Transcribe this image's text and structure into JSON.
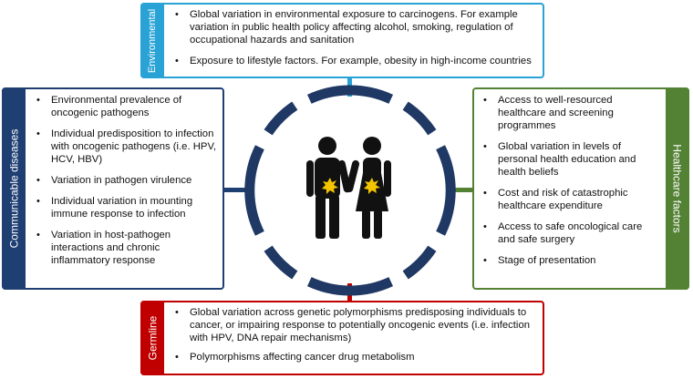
{
  "environmental": {
    "title": "Environmental",
    "color": "#29a3d6",
    "items": [
      "Global variation in environmental exposure to carcinogens. For example variation in public health policy affecting alcohol, smoking, regulation of occupational hazards and sanitation",
      "Exposure to lifestyle factors. For example, obesity in high-income countries"
    ]
  },
  "communicable": {
    "title": "Communicable diseases",
    "color": "#1f3f73",
    "items": [
      "Environmental prevalence of oncogenic pathogens",
      "Individual predisposition to infection with oncogenic pathogens (i.e. HPV, HCV, HBV)",
      "Variation in pathogen virulence",
      "Individual variation in mounting immune response to infection",
      "Variation in host-pathogen interactions and chronic inflammatory response"
    ]
  },
  "healthcare": {
    "title": "Healthcare factors",
    "color": "#548235",
    "items": [
      "Access to well-resourced healthcare and screening programmes",
      "Global variation in levels of personal health education and health beliefs",
      "Cost and risk of catastrophic healthcare expenditure",
      "Access to safe oncological care and safe surgery",
      "Stage of presentation"
    ]
  },
  "germline": {
    "title": "Germline",
    "color": "#c00000",
    "items": [
      "Global variation across genetic polymorphisms predisposing individuals to cancer, or impairing response to potentially oncogenic events (i.e. infection with HPV, DNA repair mechanisms)",
      "Polymorphisms affecting cancer drug metabolism"
    ]
  },
  "center": {
    "ring_color": "#1f3864",
    "figure_color": "#111111",
    "burst_color": "#f5c400"
  }
}
